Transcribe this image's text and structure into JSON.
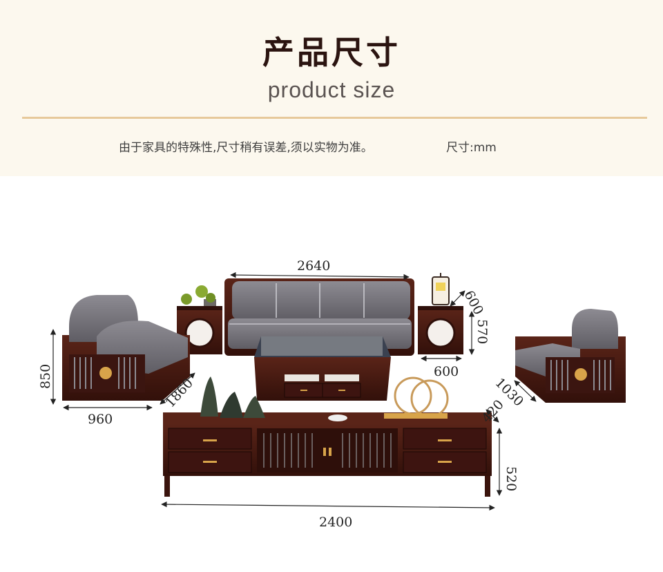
{
  "header": {
    "title_cn": "产品尺寸",
    "title_en": "product  size",
    "note": "由于家具的特殊性,尺寸稍有误差,须以实物为准。",
    "unit": "尺寸:mm"
  },
  "dimensions": {
    "sofa_width": "2640",
    "side_table_depth": "600",
    "side_table_height": "570",
    "side_table_width": "600",
    "loveseat_height": "850",
    "loveseat_width": "960",
    "loveseat_depth": "1860",
    "armchair_width": "1030",
    "tv_cabinet_depth": "420",
    "tv_cabinet_height": "520",
    "tv_cabinet_width": "2400"
  },
  "colors": {
    "header_bg": "#fcf8ee",
    "rule": "#e7c99a",
    "wood": "#4a1a12",
    "wood_dark": "#2e0f0a",
    "cushion": "#7d7b82",
    "brass": "#d8a44a"
  }
}
